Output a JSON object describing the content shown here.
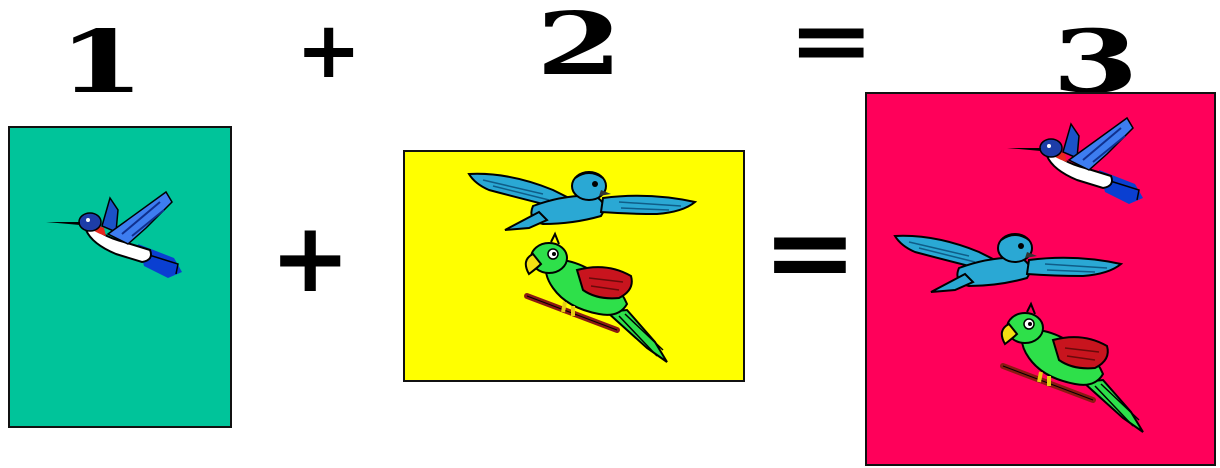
{
  "equation": {
    "top": {
      "n1": "1",
      "op1": "+",
      "n2": "2",
      "op2": "=",
      "n3": "3"
    },
    "middle": {
      "op1": "+",
      "op2": "="
    }
  },
  "colors": {
    "panel1": "#00c49a",
    "panel2": "#ffff00",
    "panel3": "#ff005a"
  },
  "panels": [
    {
      "label": "1",
      "birds": [
        "hummingbird-icon"
      ]
    },
    {
      "label": "2",
      "birds": [
        "bluebird-icon",
        "parrot-icon"
      ]
    },
    {
      "label": "3",
      "birds": [
        "hummingbird-icon",
        "bluebird-icon",
        "parrot-icon"
      ]
    }
  ]
}
